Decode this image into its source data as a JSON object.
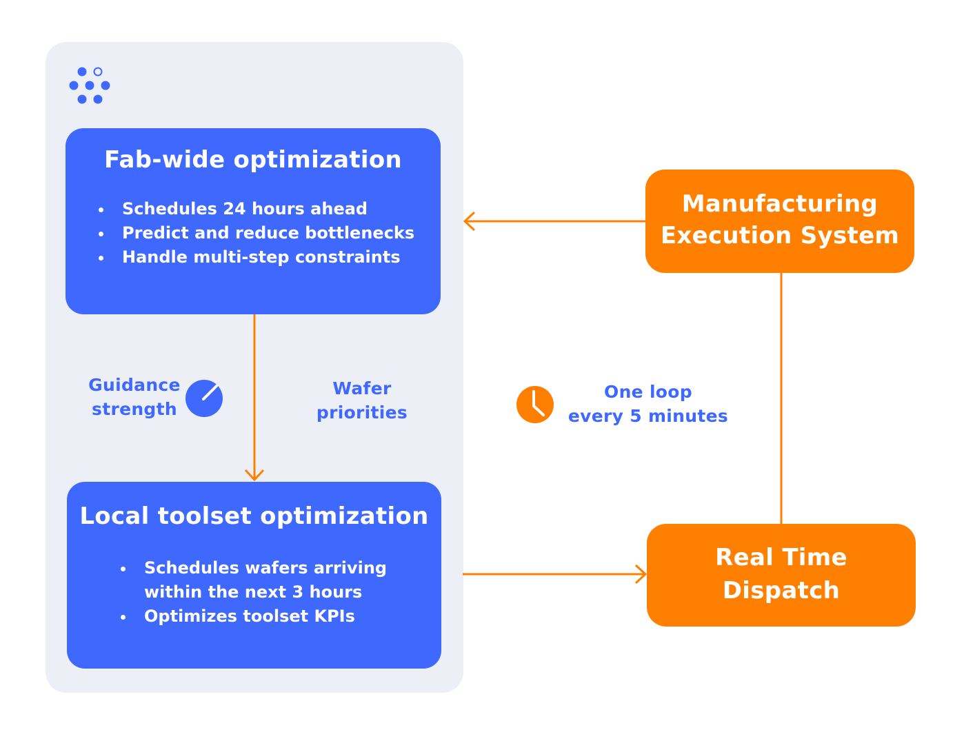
{
  "fab_wide": {
    "title": "Fab-wide optimization",
    "bullets": [
      "Schedules 24 hours ahead",
      "Predict and reduce bottlenecks",
      "Handle multi-step constraints"
    ]
  },
  "local": {
    "title": "Local toolset optimization",
    "bullets": [
      "Schedules wafers arriving within the next 3 hours",
      "Optimizes toolset KPIs"
    ]
  },
  "mes": {
    "line1": "Manufacturing",
    "line2": "Execution System"
  },
  "rtd": {
    "line1": "Real Time",
    "line2": "Dispatch"
  },
  "labels": {
    "guidance_1": "Guidance",
    "guidance_2": "strength",
    "wafer_1": "Wafer",
    "wafer_2": "priorities",
    "loop_1": "One loop",
    "loop_2": "every 5 minutes"
  },
  "colors": {
    "blue": "#3f68ff",
    "orange": "#ff8000",
    "panel": "#eceff6"
  },
  "icons": [
    "logo-dots-icon",
    "gauge-icon",
    "clock-icon"
  ]
}
